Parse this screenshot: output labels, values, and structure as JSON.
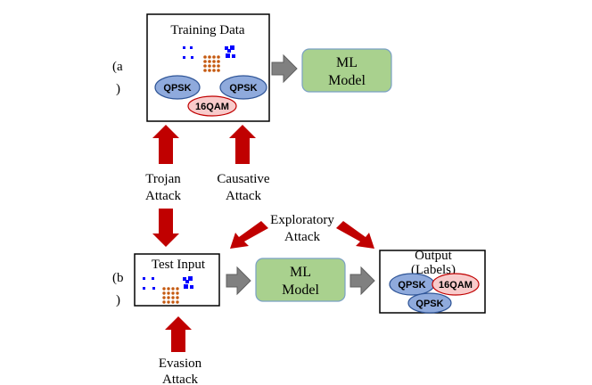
{
  "panels": {
    "a_label": "(a",
    "a_label_close": ")",
    "b_label": "(b",
    "b_label_close": ")"
  },
  "training_box": {
    "title": "Training Data",
    "ellipses": [
      "QPSK",
      "QPSK",
      "16QAM"
    ]
  },
  "ml_model_top": {
    "line1": "ML",
    "line2": "Model"
  },
  "attacks": {
    "trojan": {
      "line1": "Trojan",
      "line2": "Attack"
    },
    "causative": {
      "line1": "Causative",
      "line2": "Attack"
    },
    "exploratory": {
      "line1": "Exploratory",
      "line2": "Attack"
    },
    "evasion": {
      "line1": "Evasion",
      "line2": "Attack"
    }
  },
  "test_box": {
    "title": "Test Input"
  },
  "ml_model_bottom": {
    "line1": "ML",
    "line2": "Model"
  },
  "output_box": {
    "title_line1": "Output",
    "title_line2": "(Labels)",
    "ellipses": [
      "QPSK",
      "16QAM",
      "QPSK"
    ]
  },
  "colors": {
    "red_arrow": "#c00000",
    "gray_arrow": "#808080",
    "ml_fill": "#a9d18e",
    "ml_stroke": "#7aa0c4",
    "qpsk_fill": "#8faadc",
    "qpsk_stroke": "#2f5597",
    "qam_fill": "#f8cbcb",
    "qam_stroke": "#c00000",
    "dot_blue": "#0000ff",
    "dot_orange": "#c55a11"
  }
}
